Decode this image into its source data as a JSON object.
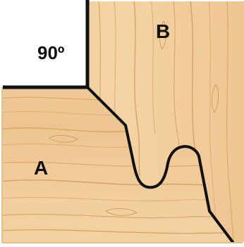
{
  "diagram": {
    "angle_label": "90º",
    "piece_a_label": "A",
    "piece_b_label": "B"
  },
  "colors": {
    "wood_base": "#eec894",
    "wood_light": "#f5d6a6",
    "wood_grain": "#d9a86c",
    "wood_grain_dark": "#c99458",
    "outline": "#111111",
    "background": "#ffffff"
  }
}
